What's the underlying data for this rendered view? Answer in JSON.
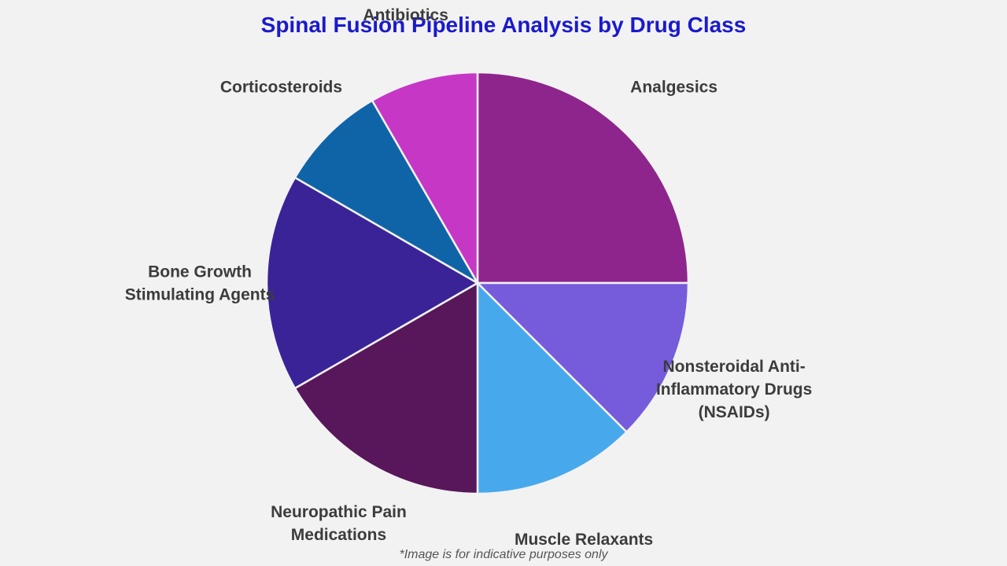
{
  "chart_data": {
    "type": "pie",
    "title": "Spinal Fusion Pipeline Analysis by Drug Class",
    "categories": [
      "Analgesics",
      "Nonsteroidal Anti-Inflammatory Drugs (NSAIDs)",
      "Muscle Relaxants",
      "Neuropathic Pain Medications",
      "Bone Growth Stimulating Agents",
      "Corticosteroids",
      "Antibiotics"
    ],
    "label_lines": [
      [
        "Analgesics"
      ],
      [
        "Nonsteroidal Anti-",
        "Inflammatory Drugs",
        "(NSAIDs)"
      ],
      [
        "Muscle Relaxants"
      ],
      [
        "Neuropathic Pain",
        "Medications"
      ],
      [
        "Bone Growth",
        "Stimulating Agents"
      ],
      [
        "Corticosteroids"
      ],
      [
        "Antibiotics"
      ]
    ],
    "values": [
      25,
      12.5,
      12.5,
      16.67,
      16.67,
      8.33,
      8.33
    ],
    "colors": [
      "#8e258c",
      "#765bdb",
      "#48a8ec",
      "#58175a",
      "#3a2397",
      "#0f64a8",
      "#c637c6"
    ],
    "start_angle_deg": 0,
    "direction": "clockwise",
    "legend": "none"
  },
  "footnote": "*Image is for indicative purposes only"
}
